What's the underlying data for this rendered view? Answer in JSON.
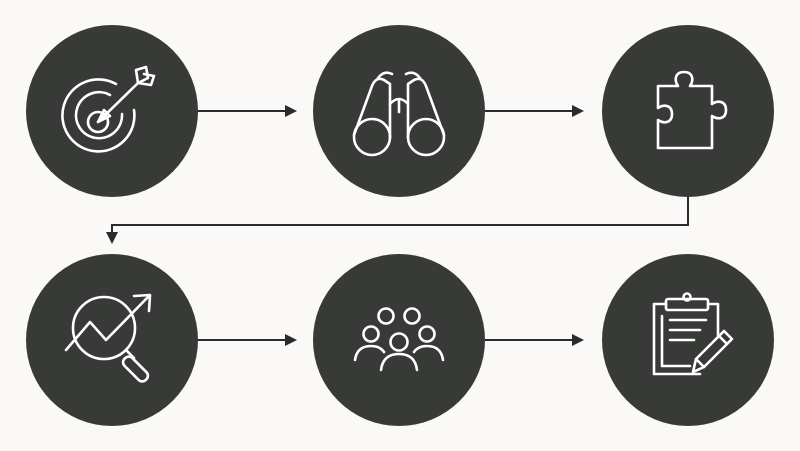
{
  "colors": {
    "background": "#faf9f7",
    "circle_fill": "#383a38",
    "icon_stroke": "#ffffff",
    "connector": "#2b2b2b"
  },
  "steps": [
    {
      "id": "step-1",
      "icon": "target-arrow-icon"
    },
    {
      "id": "step-2",
      "icon": "binoculars-icon"
    },
    {
      "id": "step-3",
      "icon": "puzzle-piece-icon"
    },
    {
      "id": "step-4",
      "icon": "magnifier-trend-icon"
    },
    {
      "id": "step-5",
      "icon": "team-group-icon"
    },
    {
      "id": "step-6",
      "icon": "clipboard-pencil-icon"
    }
  ],
  "connections": [
    {
      "from": "step-1",
      "to": "step-2"
    },
    {
      "from": "step-2",
      "to": "step-3"
    },
    {
      "from": "step-3",
      "to": "step-4"
    },
    {
      "from": "step-4",
      "to": "step-5"
    },
    {
      "from": "step-5",
      "to": "step-6"
    }
  ]
}
